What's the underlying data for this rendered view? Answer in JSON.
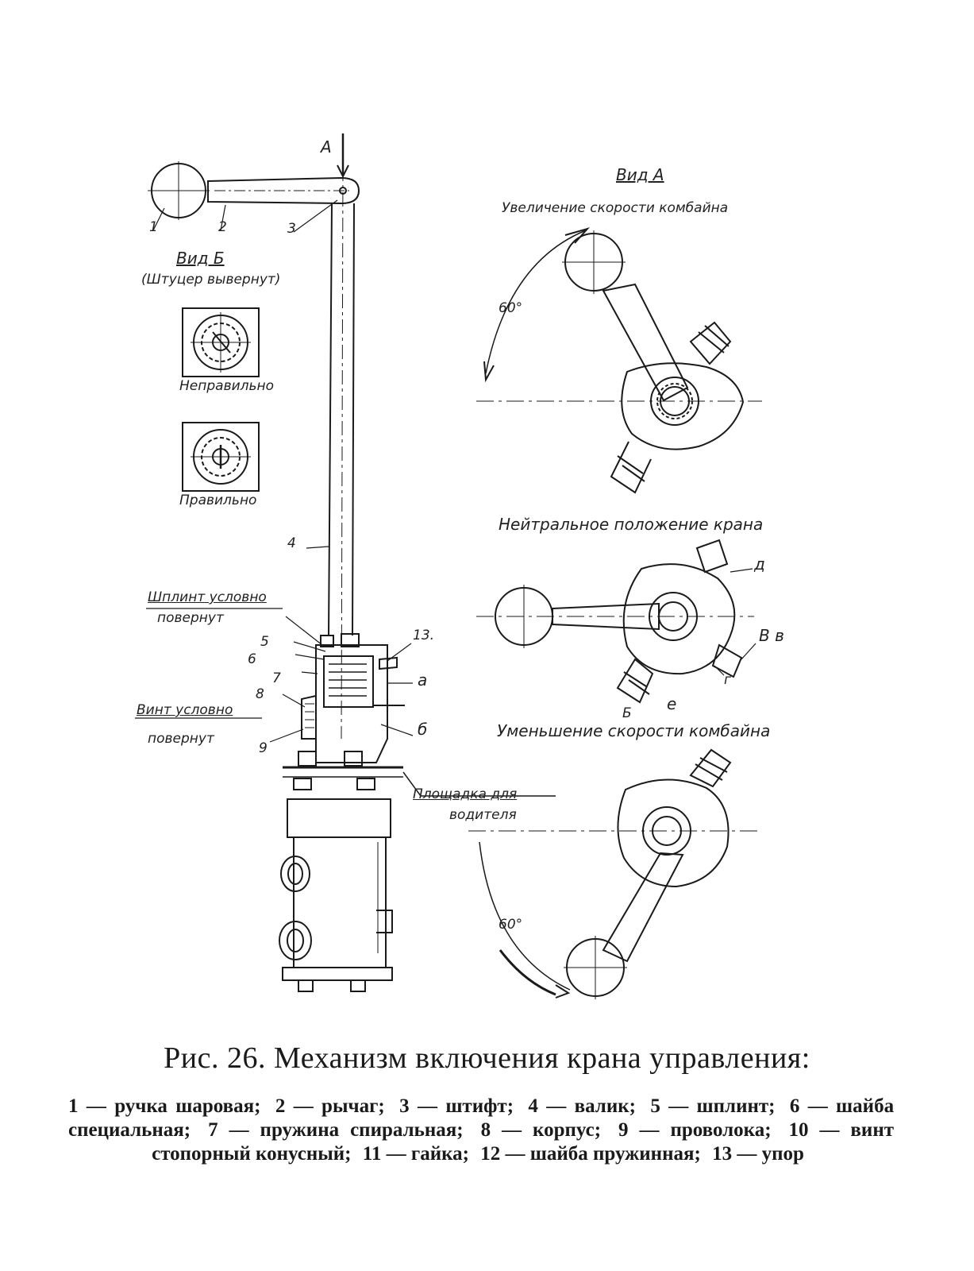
{
  "figure": {
    "caption": "Рис. 26. Механизм включения крана управления:",
    "legend": [
      "1 — ручка шаровая;",
      "2 — рычаг;",
      "3 — штифт;",
      "4 — валик;",
      "5 — шплинт;",
      "6 — шайба специальная;",
      "7 — пружина спиральная;",
      "8 — корпус;",
      "9 — проволока;",
      "10 — винт стопорный конусный;",
      "11 — гайка;",
      "12 — шайба пружинная;",
      "13 — упор"
    ]
  },
  "labels": {
    "arrow_a": "А",
    "part_1": "1",
    "part_2": "2",
    "part_3": "3",
    "part_4": "4",
    "part_5": "5",
    "part_6": "6",
    "part_7": "7",
    "part_8": "8",
    "part_9": "9",
    "part_13": "13.",
    "letter_a": "а",
    "letter_b": "б",
    "view_b_title": "Вид Б",
    "view_b_subtitle": "(Штуцер вывернут)",
    "incorrect": "Неправильно",
    "correct": "Правильно",
    "cotter_note_1": "Шплинт условно",
    "cotter_note_2": "повернут",
    "screw_note_1": "Винт условно",
    "screw_note_2": "повернут",
    "platform_1": "Площадка для",
    "platform_2": "водителя",
    "view_a_title": "Вид А",
    "increase_speed": "Увеличение скорости комбайна",
    "angle_top": "60°",
    "neutral": "Нейтральное положение крана",
    "port_g": "д",
    "port_v": "В в",
    "port_gamma": "г",
    "port_e": "е",
    "port_b": "Б",
    "decrease_speed": "Уменьшение скорости комбайна",
    "angle_bottom": "60°"
  }
}
